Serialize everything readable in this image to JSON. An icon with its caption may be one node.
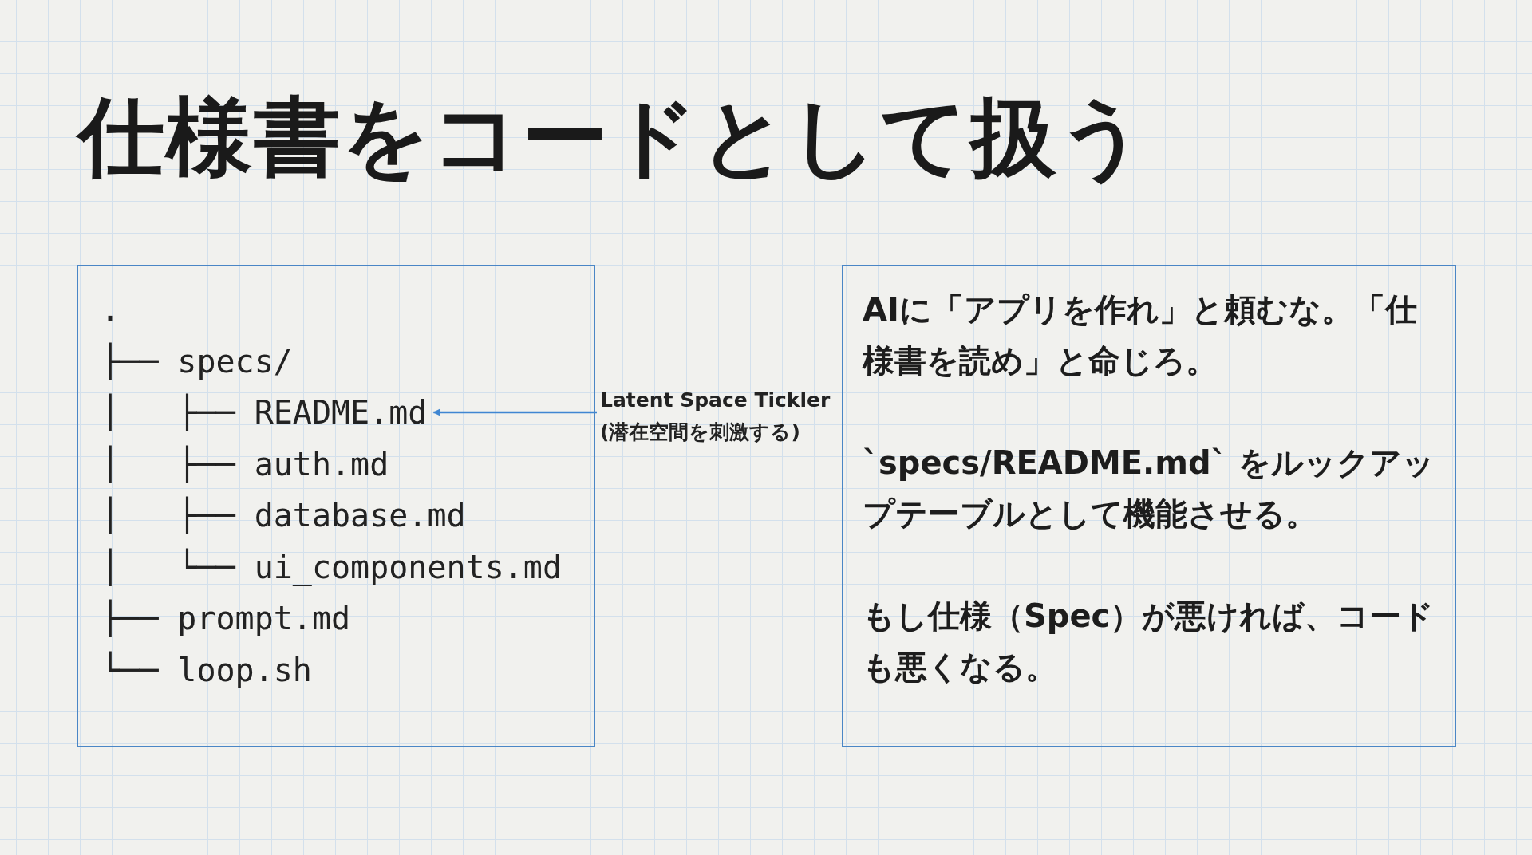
{
  "diagram": {
    "title": "仕様書をコードとして扱う",
    "nodes": [
      {
        "text": [],
        "shape": "box"
      },
      {
        "text": [
          "."
        ],
        "in": 0
      },
      {
        "text": [
          "├── specs/"
        ],
        "in": 0
      },
      {
        "text": [
          "│   ├── README.md"
        ],
        "in": 0
      },
      {
        "text": [
          "│   ├── auth.md"
        ],
        "in": 0
      },
      {
        "text": [
          "│   ├── database.md"
        ],
        "in": 0
      },
      {
        "text": [
          "│   └── ui_components.md"
        ],
        "in": 0
      },
      {
        "text": [
          "├── prompt.md"
        ],
        "in": 0
      },
      {
        "text": [
          "└── loop.sh"
        ],
        "in": 0
      },
      {
        "text": [
          "Latent Space Tickler (潜在空間を刺激する)"
        ]
      },
      {
        "text": [
          "AIに「アプリを作れ」と頼むな。「仕様書を読め」と命じろ。",
          "`specs/README.md` をルックアップテーブルとして機能させる。",
          "もし仕様（Spec）が悪ければ、コードも悪くなる。"
        ]
      }
    ],
    "edges": [
      {
        "from": 9,
        "to": 3,
        "arrow": "to"
      }
    ]
  }
}
